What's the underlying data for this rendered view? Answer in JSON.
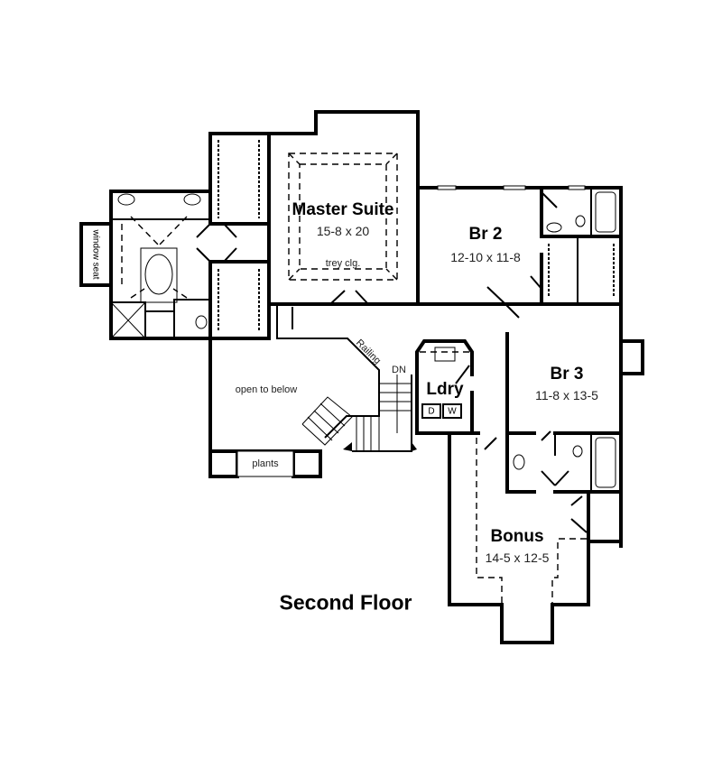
{
  "plan": {
    "title": "Second Floor",
    "rooms": {
      "master_suite": {
        "name": "Master Suite",
        "dims": "15-8 x 20",
        "note": "trey clg."
      },
      "br2": {
        "name": "Br 2",
        "dims": "12-10 x 11-8"
      },
      "br3": {
        "name": "Br 3",
        "dims": "11-8 x 13-5"
      },
      "laundry": {
        "name": "Ldry",
        "dryer": "D",
        "washer": "W"
      },
      "bonus": {
        "name": "Bonus",
        "dims": "14-5 x 12-5"
      }
    },
    "annotations": {
      "open_to_below": "open to below",
      "railing": "Railing",
      "stair_down": "DN",
      "plants": "plants",
      "window_seat": "window seat"
    },
    "colors": {
      "line": "#000000",
      "background": "#ffffff"
    }
  }
}
